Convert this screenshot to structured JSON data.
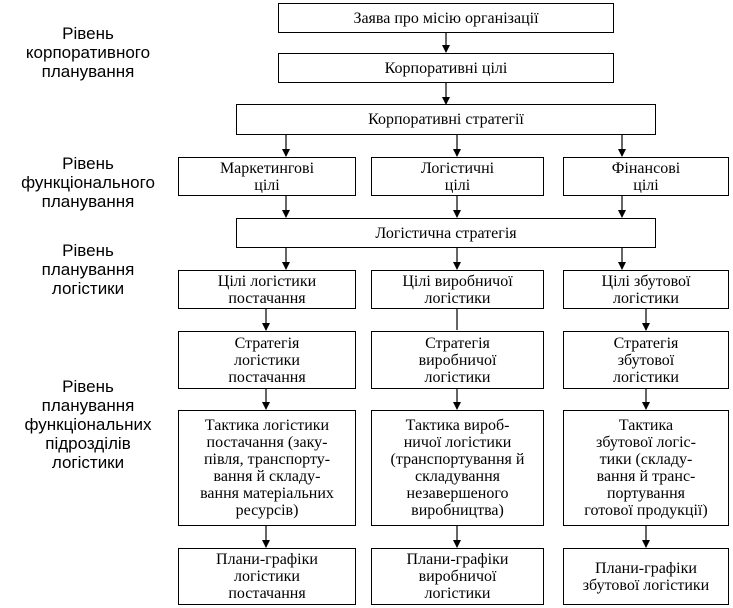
{
  "levels": {
    "corporate": "Рівень\nкорпоративного\nпланування",
    "functional": "Рівень\nфункціонального\nпланування",
    "logistics": "Рівень\nпланування\nлогістики",
    "subdivisions": "Рівень\nпланування\nфункціональних\nпідрозділів\nлогістики"
  },
  "boxes": {
    "mission": "Заява про місію організації",
    "corp_goals": "Корпоративні цілі",
    "corp_strategy": "Корпоративні стратегії",
    "marketing_goals": "Маркетингові\nцілі",
    "logistic_goals": "Логістичні\nцілі",
    "finance_goals": "Фінансові\nцілі",
    "logistic_strategy": "Логістична стратегія",
    "supply_goals": "Цілі логістики\nпостачання",
    "production_goals": "Цілі виробничої\nлогістики",
    "sales_goals": "Цілі збутової\nлогістики",
    "supply_strategy": "Стратегія\nлогістики\nпостачання",
    "production_strategy": "Стратегія\nвиробничої\nлогістики",
    "sales_strategy": "Стратегія\nзбутової\nлогістики",
    "supply_tactics": "Тактика логістики\nпостачання (заку-\nпівля, транспорту-\nвання й складу-\nвання матеріальних\nресурсів)",
    "production_tactics": "Тактика вироб-\nничої логістики\n(транспортування й\nскладування\nнезавершеного\nвиробництва)",
    "sales_tactics": "Тактика\nзбутової логіс-\nтики (складу-\nвання й транс-\nпортування\nготової продукції)",
    "supply_plans": "Плани-графіки\nлогістики\nпостачання",
    "production_plans": "Плани-графіки\nвиробничої\nлогістики",
    "sales_plans": "Плани-графіки\nзбутової логістики"
  }
}
